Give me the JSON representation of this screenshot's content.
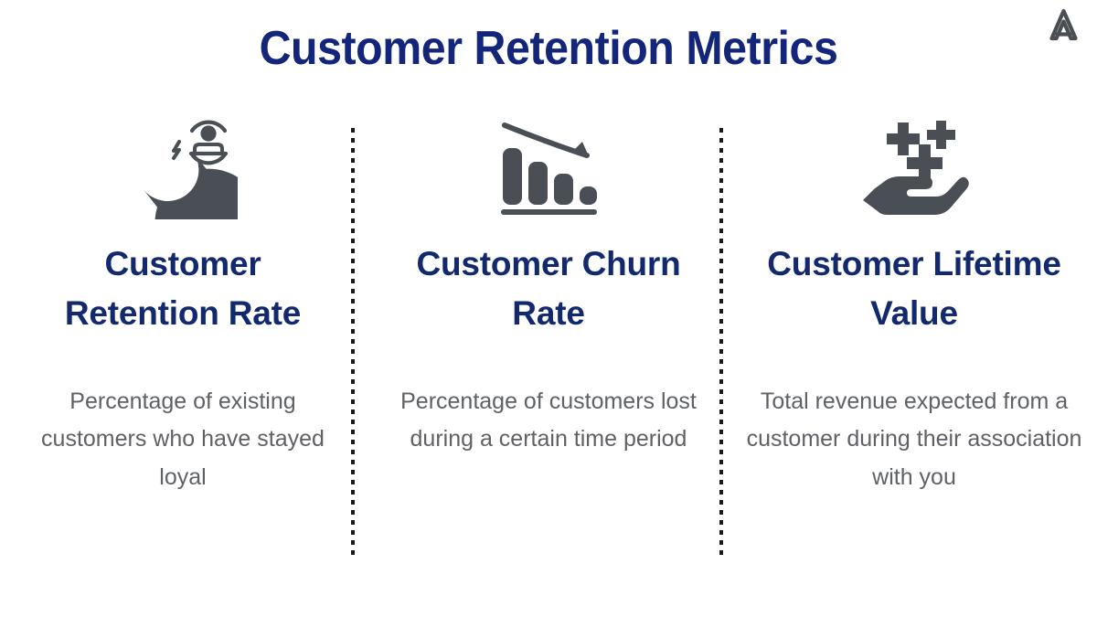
{
  "slide": {
    "title": "Customer Retention Metrics",
    "background_color": "#ffffff",
    "title_color": "#13267a",
    "heading_color": "#13296e",
    "body_color": "#5e6166",
    "icon_color": "#4a4f56",
    "divider_color": "#1a1a1a"
  },
  "logo": {
    "name": "mountain-m-logo",
    "color": "#4a4f56"
  },
  "columns": [
    {
      "icon_name": "magnet-customer-icon",
      "heading": "Customer Retention Rate",
      "body": "Percentage of existing customers who have stayed loyal"
    },
    {
      "icon_name": "declining-bar-chart-icon",
      "heading": "Customer Churn Rate",
      "body": "Percentage of customers lost during a certain time period"
    },
    {
      "icon_name": "hand-with-plus-signs-icon",
      "heading": "Customer Lifetime Value",
      "body": "Total revenue expected from a customer during their association with you"
    }
  ]
}
